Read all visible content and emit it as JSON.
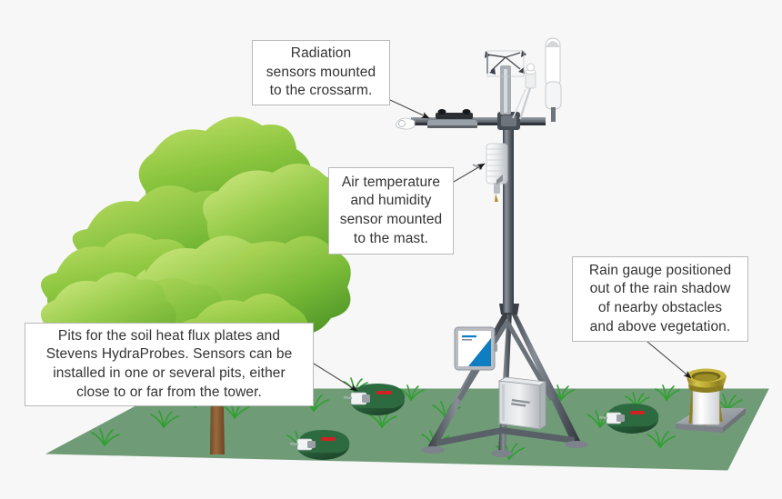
{
  "figure": {
    "type": "weather-flux-station-diagram",
    "background_color": "#f7f7f7"
  },
  "callouts": [
    {
      "id": "radiation",
      "name": "callout-radiation-sensors",
      "text": "Radiation\nsensors mounted\nto the crossarm.",
      "points_to": "crossarm-radiation-sensors"
    },
    {
      "id": "airtemp",
      "name": "callout-air-temperature",
      "text": "Air temperature\nand humidity\nsensor mounted\nto the mast.",
      "points_to": "radiation-shield-sensor"
    },
    {
      "id": "raingauge",
      "name": "callout-rain-gauge",
      "text": "Rain gauge positioned\nout of the rain shadow\nof nearby obstacles\nand above vegetation.",
      "points_to": "rain-gauge"
    },
    {
      "id": "soilpits",
      "name": "callout-soil-pits",
      "text": "Pits for the soil heat flux plates and\nStevens HydraProbes. Sensors can be\ninstalled in one or several pits, either\nclose to or far from the tower.",
      "points_to": "soil-pit-near-tower"
    }
  ],
  "scene": {
    "ground": {
      "label": "grass-ground-plane",
      "color": "#6f9b77"
    },
    "tree": {
      "label": "deciduous-tree",
      "canopy_color": "#7cc242",
      "trunk_color": "#8b5e34"
    },
    "tower": {
      "label": "tripod-weather-tower",
      "mast_color": "#5a6068",
      "parts": [
        "crossarm",
        "anemometer",
        "antenna",
        "radiation-shield",
        "data-logger-enclosure",
        "battery-box",
        "tripod-legs",
        "tripod-feet"
      ]
    },
    "enclosure": {
      "label": "data-logger-enclosure",
      "accent_color": "#0f7dc2"
    },
    "rain_gauge": {
      "label": "tipping-bucket-rain-gauge",
      "funnel_color": "#b0a030",
      "body_color": "#fdfdfd",
      "paver_color": "#9aa0a6"
    },
    "soil_pits": [
      {
        "label": "soil-pit-near-tower"
      },
      {
        "label": "soil-pit-left"
      },
      {
        "label": "soil-pit-right"
      }
    ],
    "leader_line_color": "#4a4a4a"
  }
}
